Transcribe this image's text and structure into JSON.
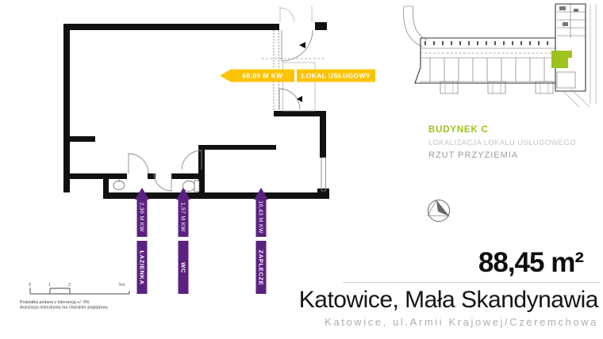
{
  "floorplan": {
    "banner": {
      "area_label": "68,09 M KW",
      "type_label": "LOKAL USŁUGOWY"
    },
    "rooms": [
      {
        "area_label": "2,36 M KW",
        "name": "ŁAZIENKA"
      },
      {
        "area_label": "1,57 M KW",
        "name": "WC"
      },
      {
        "area_label": "16,43 M KW",
        "name": "ZAPLECZE"
      }
    ],
    "scale": {
      "tick0": "0",
      "tick1": "1",
      "tick2": "2",
      "end": "5m"
    },
    "notes": [
      "Podziałka podana z tolerancją +/- 5%",
      "Aranżacja mieszkania ma charakter poglądowy."
    ]
  },
  "location_panel": {
    "building": "BUDYNEK C",
    "caption": "LOKALIZACJA LOKALU USŁUGOWEGO",
    "view": "RZUT PRZYZIEMIA"
  },
  "summary": {
    "total_area": "88,45 m²",
    "development": "Katowice, Mała Skandynawia",
    "address": "Katowice, ul.Armii Krajowej/Czeremchowa"
  },
  "colors": {
    "accent-yellow": "#fdc305",
    "accent-purple": "#5b2181",
    "accent-green": "#9dc31c",
    "wall-black": "#111111"
  }
}
